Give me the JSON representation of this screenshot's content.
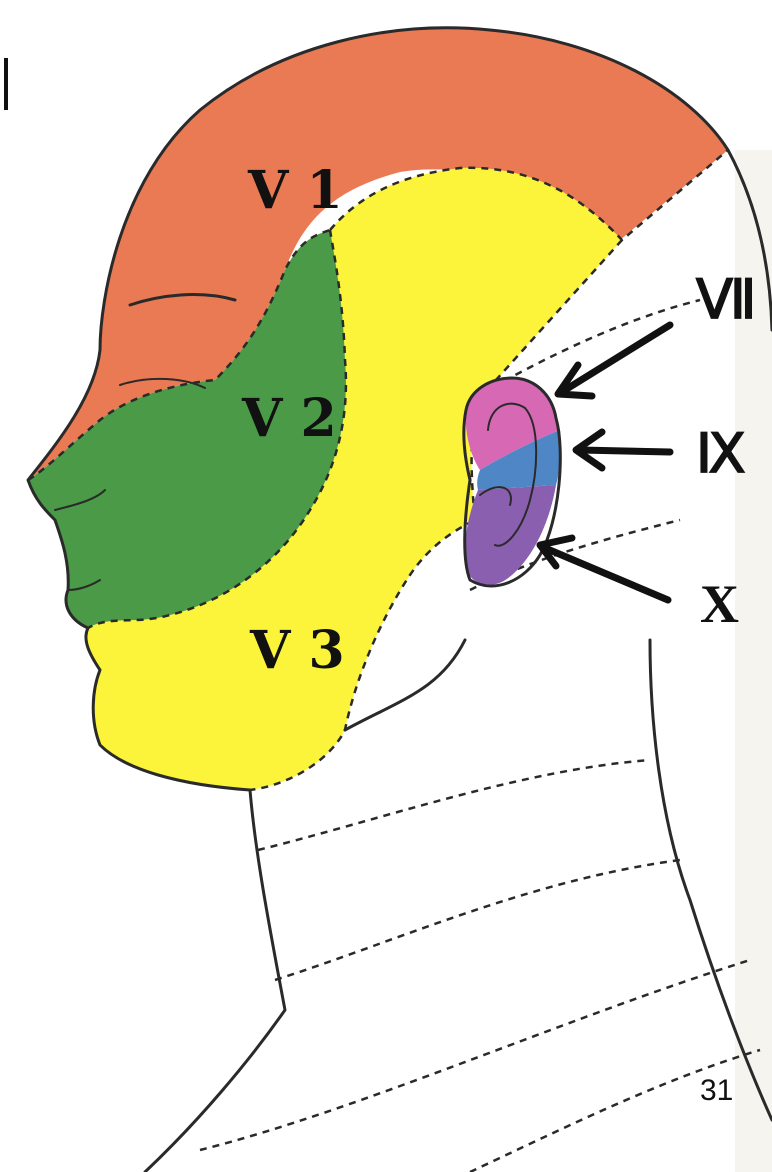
{
  "zones": {
    "v1": {
      "label": "V 1",
      "color": "#e97a54"
    },
    "v2": {
      "label": "V 2",
      "color": "#4a9a47"
    },
    "v3": {
      "label": "V 3",
      "color": "#fbf43a"
    }
  },
  "ear_zones": {
    "vii": {
      "label": "Ⅶ",
      "color": "#d668b4"
    },
    "ix": {
      "label": "Ⅸ",
      "color": "#4f86c6"
    },
    "x": {
      "label": "X",
      "color": "#8a5fb0"
    }
  },
  "page_number": "31"
}
